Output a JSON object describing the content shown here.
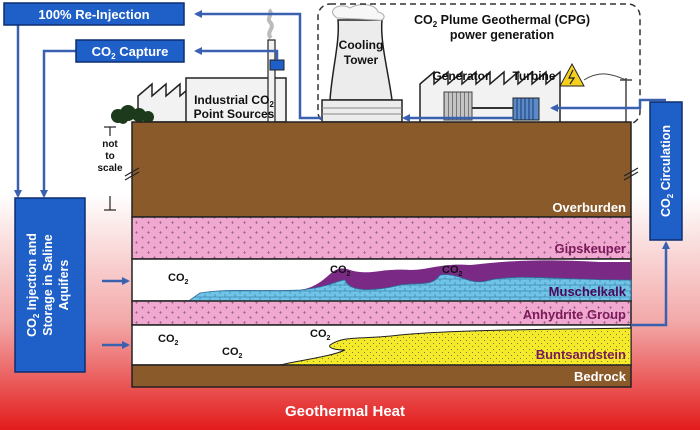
{
  "labels": {
    "reinjection": "100% Re-Injection",
    "capture_prefix": "CO",
    "capture_sub": "2",
    "capture_suffix": " Capture",
    "cpg_line1_prefix": "CO",
    "cpg_line1_sub": "2",
    "cpg_line1_suffix": " Plume Geothermal (CPG)",
    "cpg_line2": "power generation",
    "cooling_line1": "Cooling",
    "cooling_line2": "Tower",
    "generator": "Generator",
    "turbine": "Turbine",
    "industrial_line1_prefix": "Industrial CO",
    "industrial_line1_sub": "2",
    "industrial_line2": "Point Sources",
    "not_to_scale": [
      "not",
      "to",
      "scale"
    ],
    "injection_line1_prefix": "CO",
    "injection_line1_sub": "2",
    "injection_line1_suffix": " Injection and",
    "injection_line2": "Storage in Saline",
    "injection_line3": "Aquifers",
    "circulation_prefix": "CO",
    "circulation_sub": "2",
    "circulation_suffix": " Circulation",
    "geothermal_heat": "Geothermal Heat"
  },
  "layers": {
    "overburden": "Overburden",
    "gipskeuper": "Gipskeuper",
    "muschelkalk": "Muschelkalk",
    "anhydrite": "Anhydrite Group",
    "buntsandstein": "Buntsandstein",
    "bedrock": "Bedrock"
  },
  "co2_marks": {
    "text": "CO",
    "sub": "2"
  },
  "colors": {
    "box_blue": "#1f5fc8",
    "arrow_blue": "#3a60b0",
    "overburden": "#8b5a2b",
    "pink": "#f0a8d0",
    "purple": "#7a2a85",
    "light_blue": "#6fc4e8",
    "yellow": "#f5ea2a",
    "red": "#e31b1b"
  }
}
